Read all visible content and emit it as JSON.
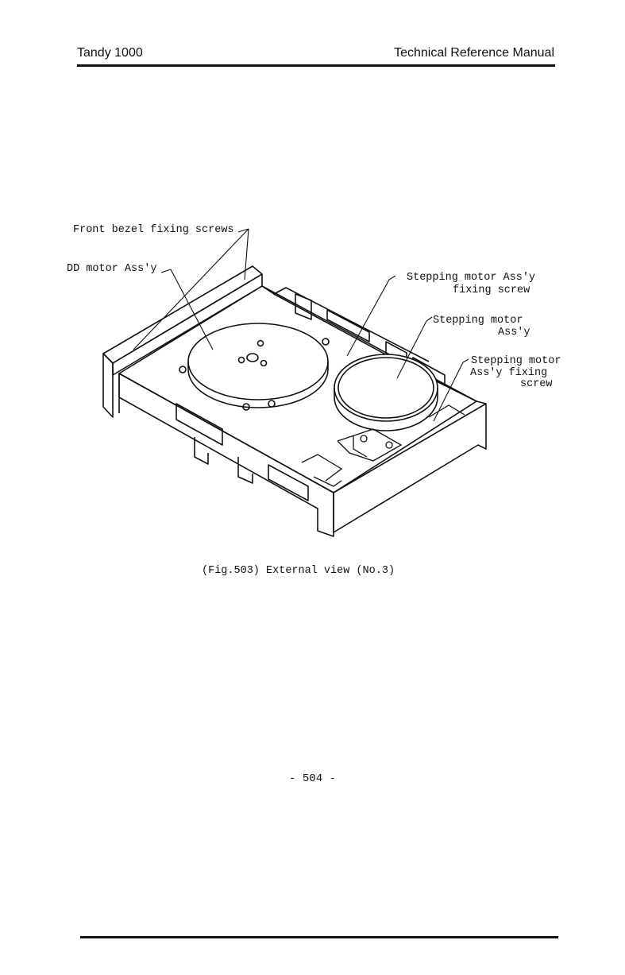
{
  "header": {
    "left": "Tandy 1000",
    "right": "Technical Reference Manual"
  },
  "figure": {
    "labels": {
      "front_bezel": "Front bezel fixing screws",
      "dd_motor": "DD motor Ass'y",
      "step_screw_1a": "Stepping motor Ass'y",
      "step_screw_1b": "fixing screw",
      "step_motor_a": "Stepping motor",
      "step_motor_b": "Ass'y",
      "step_screw_2a": "Stepping motor",
      "step_screw_2b": "Ass'y fixing",
      "step_screw_2c": "screw"
    },
    "caption": "(Fig.503) External view (No.3)"
  },
  "footer": {
    "page_number": "- 504 -"
  }
}
